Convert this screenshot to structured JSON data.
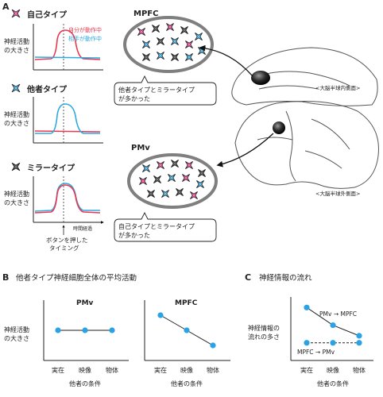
{
  "panelA": {
    "label": "A",
    "type1": {
      "title": "自己タイプ"
    },
    "type2": {
      "title": "他者タイプ"
    },
    "type3": {
      "title": "ミラータイプ"
    },
    "ylabel1": "神経活動",
    "ylabel2": "の大きさ",
    "legend_self": "自分が動作中",
    "legend_other": "相手が動作中",
    "time_label": "時間経過",
    "button_label1": "ボタンを押した",
    "button_label2": "タイミング",
    "mpfc": {
      "title": "MPFC",
      "callout1": "他者タイプとミラータイプ",
      "callout2": "が多かった",
      "brain_label": "<大脳半球内側面>"
    },
    "pmv": {
      "title": "PMv",
      "callout1": "自己タイプとミラータイプ",
      "callout2": "が多かった",
      "brain_label": "<大脳半球外側面>"
    }
  },
  "panelB": {
    "label": "B",
    "title": "他者タイプ神経細胞全体の平均活動",
    "ylabel1": "神経活動",
    "ylabel2": "の大きさ",
    "xlabel": "他者の条件",
    "categories": [
      "実在",
      "映像",
      "物体"
    ]
  },
  "panelC": {
    "label": "C",
    "title": "神経情報の流れ",
    "ylabel1": "神経情報の",
    "ylabel2": "流れの多さ",
    "xlabel": "他者の条件",
    "categories": [
      "実在",
      "映像",
      "物体"
    ],
    "series": [
      {
        "name": "PMv → MPFC",
        "values": [
          3.0,
          2.0,
          1.4
        ]
      },
      {
        "name": "MPFC → PMv",
        "values": [
          1.0,
          1.0,
          1.0
        ]
      }
    ]
  },
  "chart_data": [
    {
      "type": "line",
      "title": "PMv",
      "categories": [
        "実在",
        "映像",
        "物体"
      ],
      "series": [
        {
          "values": [
            2.0,
            2.0,
            2.0
          ]
        }
      ],
      "ylim": [
        0,
        4
      ]
    },
    {
      "type": "line",
      "title": "MPFC",
      "categories": [
        "実在",
        "映像",
        "物体"
      ],
      "series": [
        {
          "values": [
            3.0,
            2.0,
            1.0
          ]
        }
      ],
      "ylim": [
        0,
        4
      ]
    }
  ],
  "colors": {
    "red": "#e8384f",
    "blue": "#2da9e1",
    "pink": "#e83a8e",
    "dark": "#333333",
    "dot": "#29a3e6",
    "grey_ellipse": "#7f7f7f"
  }
}
